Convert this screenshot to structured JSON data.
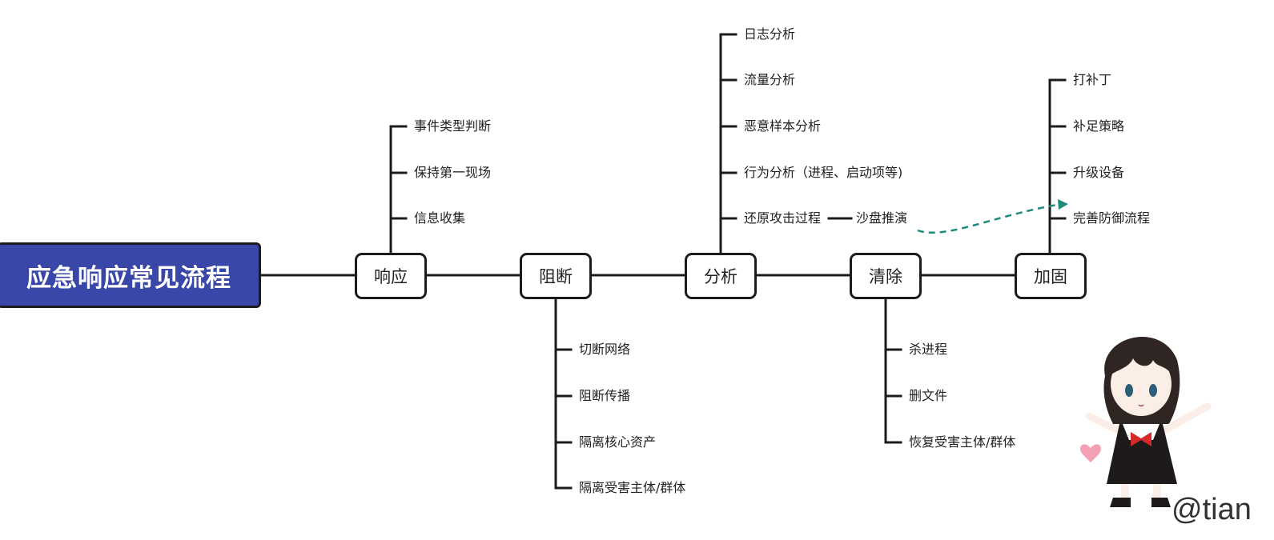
{
  "root": {
    "label": "应急响应常见流程"
  },
  "stages": [
    {
      "label": "响应",
      "children": [
        "事件类型判断",
        "保持第一现场",
        "信息收集"
      ]
    },
    {
      "label": "阻断",
      "children": [
        "切断网络",
        "阻断传播",
        "隔离核心资产",
        "隔离受害主体/群体"
      ]
    },
    {
      "label": "分析",
      "children": [
        "日志分析",
        "流量分析",
        "恶意样本分析",
        "行为分析（进程、启动项等)",
        "还原攻击过程"
      ],
      "extra": "沙盘推演"
    },
    {
      "label": "清除",
      "children": [
        "杀进程",
        "删文件",
        "恢复受害主体/群体"
      ]
    },
    {
      "label": "加固",
      "children": [
        "打补丁",
        "补足策略",
        "升级设备",
        "完善防御流程"
      ]
    }
  ],
  "watermark": "@tian",
  "colors": {
    "root_fill": "#3948a8",
    "line": "#1c1c1c",
    "arrow": "#1f8a7a"
  }
}
